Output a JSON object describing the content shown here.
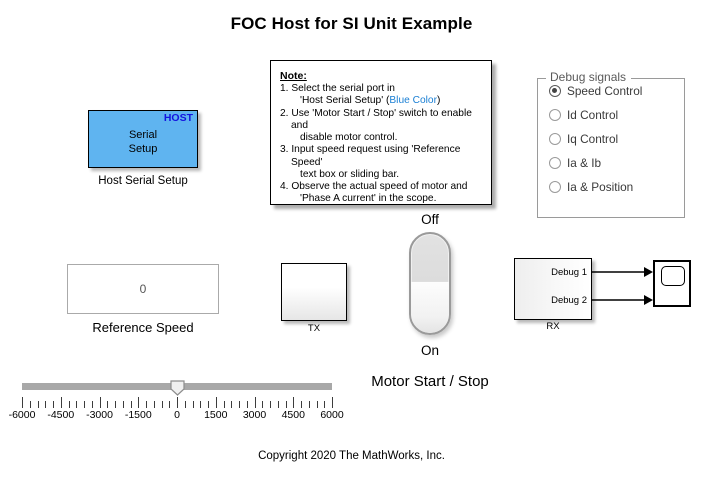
{
  "page": {
    "title": "FOC Host for SI Unit Example",
    "copyright": "Copyright 2020 The MathWorks, Inc."
  },
  "host_block": {
    "tag": "HOST",
    "line1": "Serial",
    "line2": "Setup",
    "caption": "Host Serial Setup",
    "fill_color": "#5FB4F0",
    "tag_color": "#1414e0"
  },
  "note": {
    "title": "Note:",
    "link_color": "#1a7fd4",
    "items": [
      {
        "number": "1.",
        "text": "Select the serial port in",
        "cont_pre": "'Host Serial Setup' (",
        "cont_link": "Blue Color",
        "cont_post": ")"
      },
      {
        "number": "2.",
        "text": "Use 'Motor Start / Stop' switch to enable and",
        "cont_pre": "disable motor control.",
        "cont_link": "",
        "cont_post": ""
      },
      {
        "number": "3.",
        "text": "Input speed request using 'Reference Speed'",
        "cont_pre": "text box or sliding bar.",
        "cont_link": "",
        "cont_post": ""
      },
      {
        "number": "4.",
        "text": "Observe the actual speed of motor and",
        "cont_pre": "'Phase A current' in the scope.",
        "cont_link": "",
        "cont_post": ""
      }
    ]
  },
  "debug_signals": {
    "legend": "Debug signals",
    "selected": "Speed Control",
    "options": [
      {
        "label": "Speed Control",
        "checked": true
      },
      {
        "label": "Id Control",
        "checked": false
      },
      {
        "label": "Iq Control",
        "checked": false
      },
      {
        "label": "Ia & Ib",
        "checked": false
      },
      {
        "label": "Ia & Position",
        "checked": false
      }
    ]
  },
  "reference_speed": {
    "value": "0",
    "caption": "Reference Speed"
  },
  "slider": {
    "value": 0,
    "min": -6000,
    "max": 6000,
    "step_major": 1500,
    "minor_per_major": 5,
    "tick_labels": [
      "-6000",
      "-4500",
      "-3000",
      "-1500",
      "0",
      "1500",
      "3000",
      "4500",
      "6000"
    ]
  },
  "tx_block": {
    "caption": "TX"
  },
  "toggle": {
    "off_label": "Off",
    "on_label": "On",
    "caption": "Motor Start / Stop",
    "state": "On"
  },
  "rx_block": {
    "caption": "RX",
    "port1": "Debug 1",
    "port2": "Debug 2"
  },
  "scope": {
    "name": "scope-block"
  }
}
